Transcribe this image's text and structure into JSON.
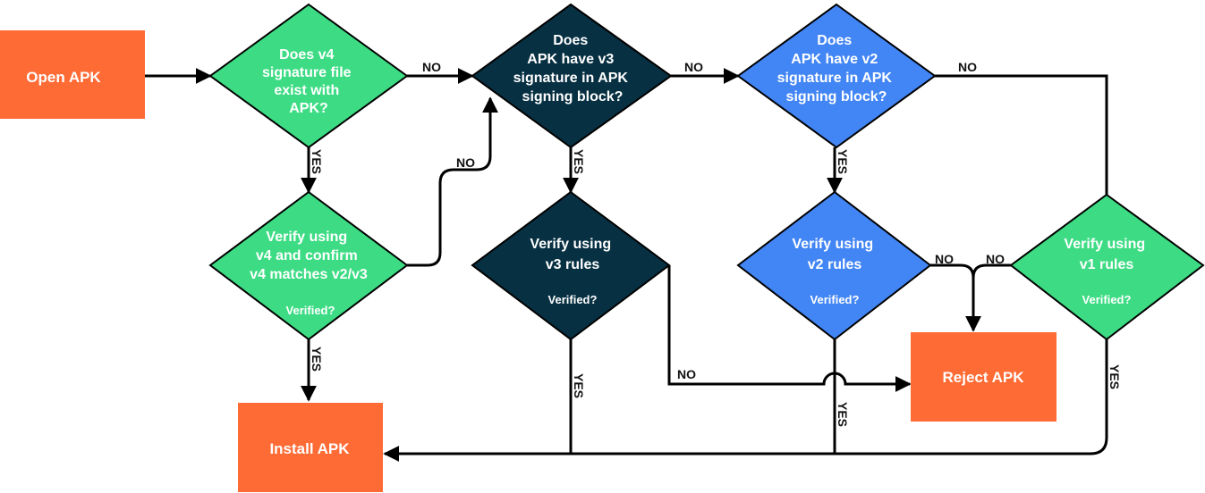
{
  "colors": {
    "orange": "#FF6B35",
    "green": "#3DDC84",
    "navy": "#073042",
    "blue": "#4285F4",
    "line": "#000000",
    "white": "#FFFFFF",
    "dark_text": "#073042"
  },
  "nodes": {
    "open_apk": {
      "label": "Open APK"
    },
    "q_v4": {
      "lines": [
        "Does v4",
        "signature file",
        "exist with",
        "APK?"
      ]
    },
    "q_v3": {
      "lines": [
        "Does",
        "APK have v3",
        "signature in APK",
        "signing block?"
      ]
    },
    "q_v2": {
      "lines": [
        "Does",
        "APK have v2",
        "signature in APK",
        "signing block?"
      ]
    },
    "verify_v4": {
      "lines": [
        "Verify using",
        "v4 and confirm",
        "v4 matches v2/v3"
      ],
      "sub": "Verified?"
    },
    "verify_v3": {
      "lines": [
        "Verify using",
        "v3 rules"
      ],
      "sub": "Verified?"
    },
    "verify_v2": {
      "lines": [
        "Verify using",
        "v2 rules"
      ],
      "sub": "Verified?"
    },
    "verify_v1": {
      "lines": [
        "Verify using",
        "v1 rules"
      ],
      "sub": "Verified?"
    },
    "reject_apk": {
      "label": "Reject APK"
    },
    "install_apk": {
      "label": "Install APK"
    }
  },
  "edge_labels": {
    "yes": "YES",
    "no": "NO"
  }
}
